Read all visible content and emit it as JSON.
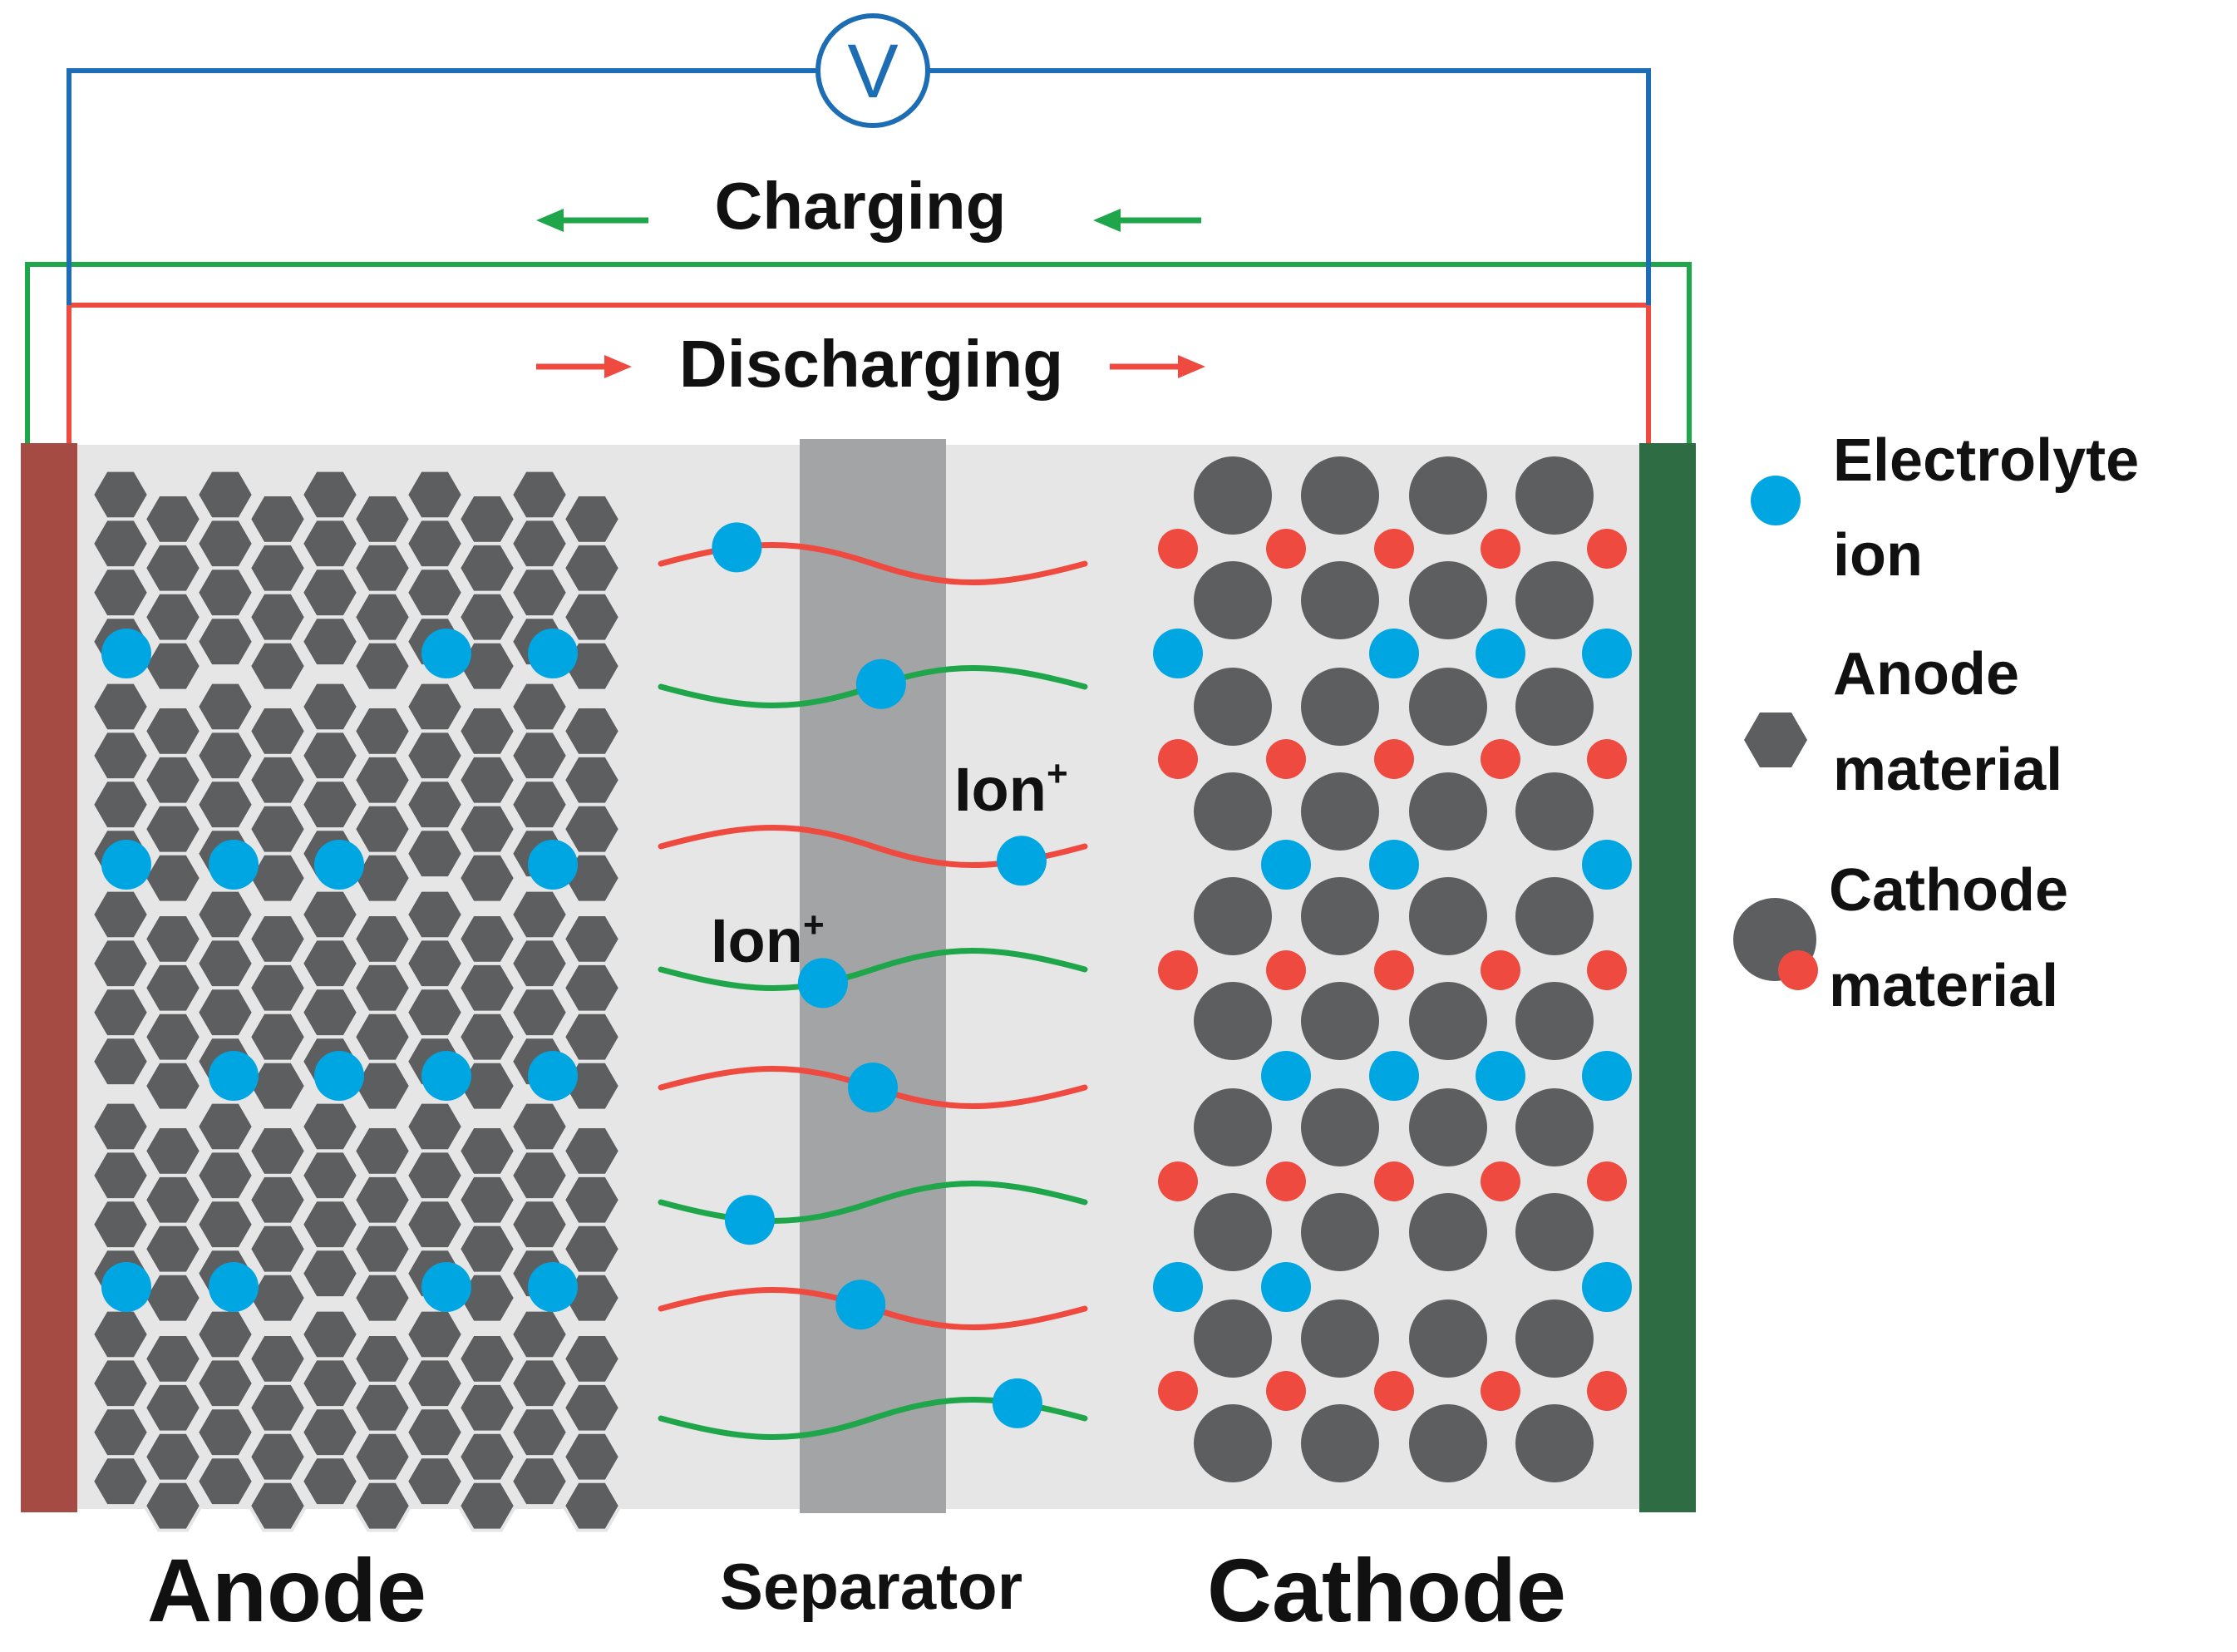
{
  "labels": {
    "voltmeter": "V",
    "charging": "Charging",
    "discharging": "Discharging",
    "ion_upper": "Ion",
    "ion_lower": "Ion",
    "ion_superscript": "+",
    "anode": "Anode",
    "separator": "Separator",
    "cathode": "Cathode"
  },
  "legend": {
    "electrolyte_line1": "Electrolyte",
    "electrolyte_line2": "ion",
    "anode_line1": "Anode",
    "anode_line2": "material",
    "cathode_line1": "Cathode",
    "cathode_line2": "material"
  },
  "colors": {
    "voltmeter_circuit": "#1d6db5",
    "charging": "#1fa64a",
    "discharging": "#ee4a40",
    "anode_collector": "#a64b43",
    "cathode_collector": "#2e6d44",
    "electrolyte_bg": "#e6e6e6",
    "separator": "#a3a4a6",
    "material": "#5d5e60",
    "ion": "#00a6e2"
  }
}
